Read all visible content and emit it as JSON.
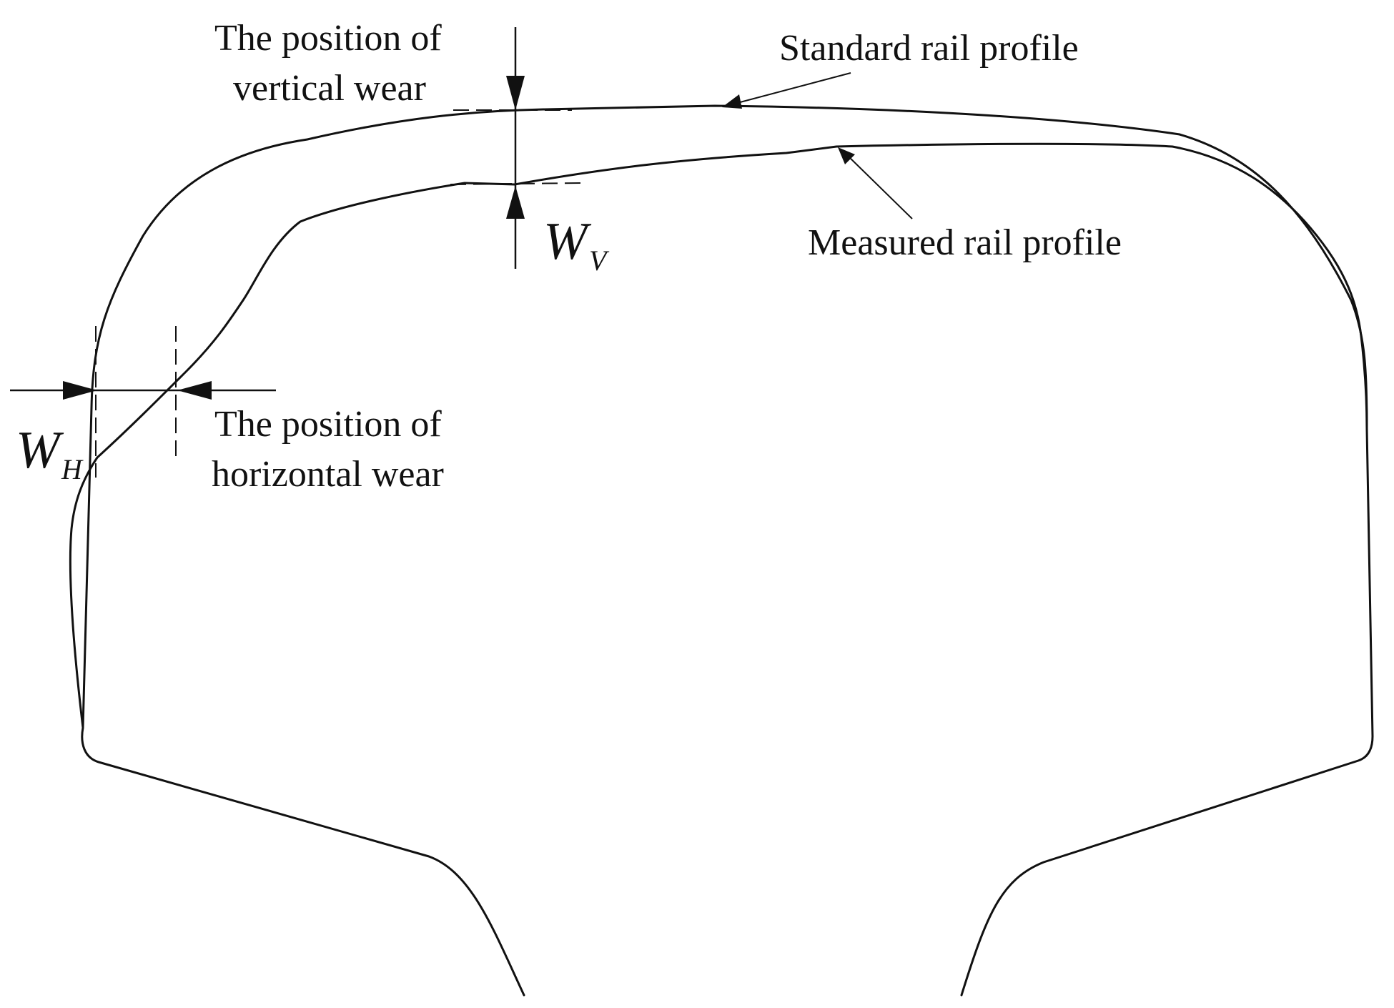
{
  "diagram": {
    "labels": {
      "standard_profile": "Standard rail profile",
      "measured_profile": "Measured rail profile",
      "vertical_wear_line1": "The position of",
      "vertical_wear_line2": "vertical wear",
      "horizontal_wear_line1": "The position of",
      "horizontal_wear_line2": "horizontal wear"
    },
    "symbols": {
      "vertical_symbol": "W",
      "vertical_subscript": "V",
      "horizontal_symbol": "W",
      "horizontal_subscript": "H"
    },
    "colors": {
      "line": "#111111",
      "background": "#ffffff"
    }
  }
}
